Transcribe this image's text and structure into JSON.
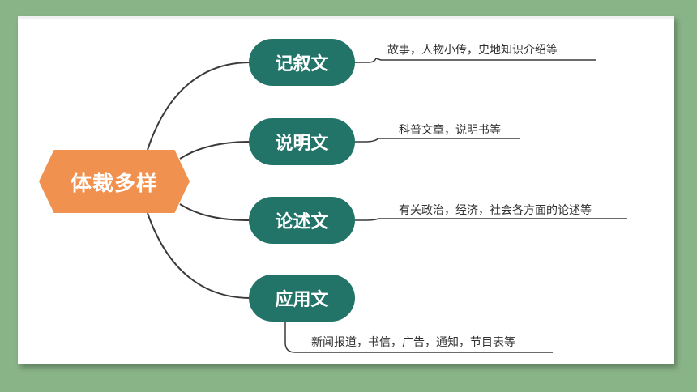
{
  "root": {
    "label": "体裁多样"
  },
  "branches": [
    {
      "label": "记叙文",
      "desc": "故事，人物小传，史地知识介绍等"
    },
    {
      "label": "说明文",
      "desc": "科普文章，说明书等"
    },
    {
      "label": "论述文",
      "desc": "有关政治，经济，社会各方面的论述等"
    },
    {
      "label": "应用文",
      "desc": "新闻报道，书信，广告，通知，节目表等"
    }
  ],
  "colors": {
    "background": "#88b488",
    "root_fill": "#f0914f",
    "branch_fill": "#237468",
    "connector": "#3a3a3a"
  }
}
